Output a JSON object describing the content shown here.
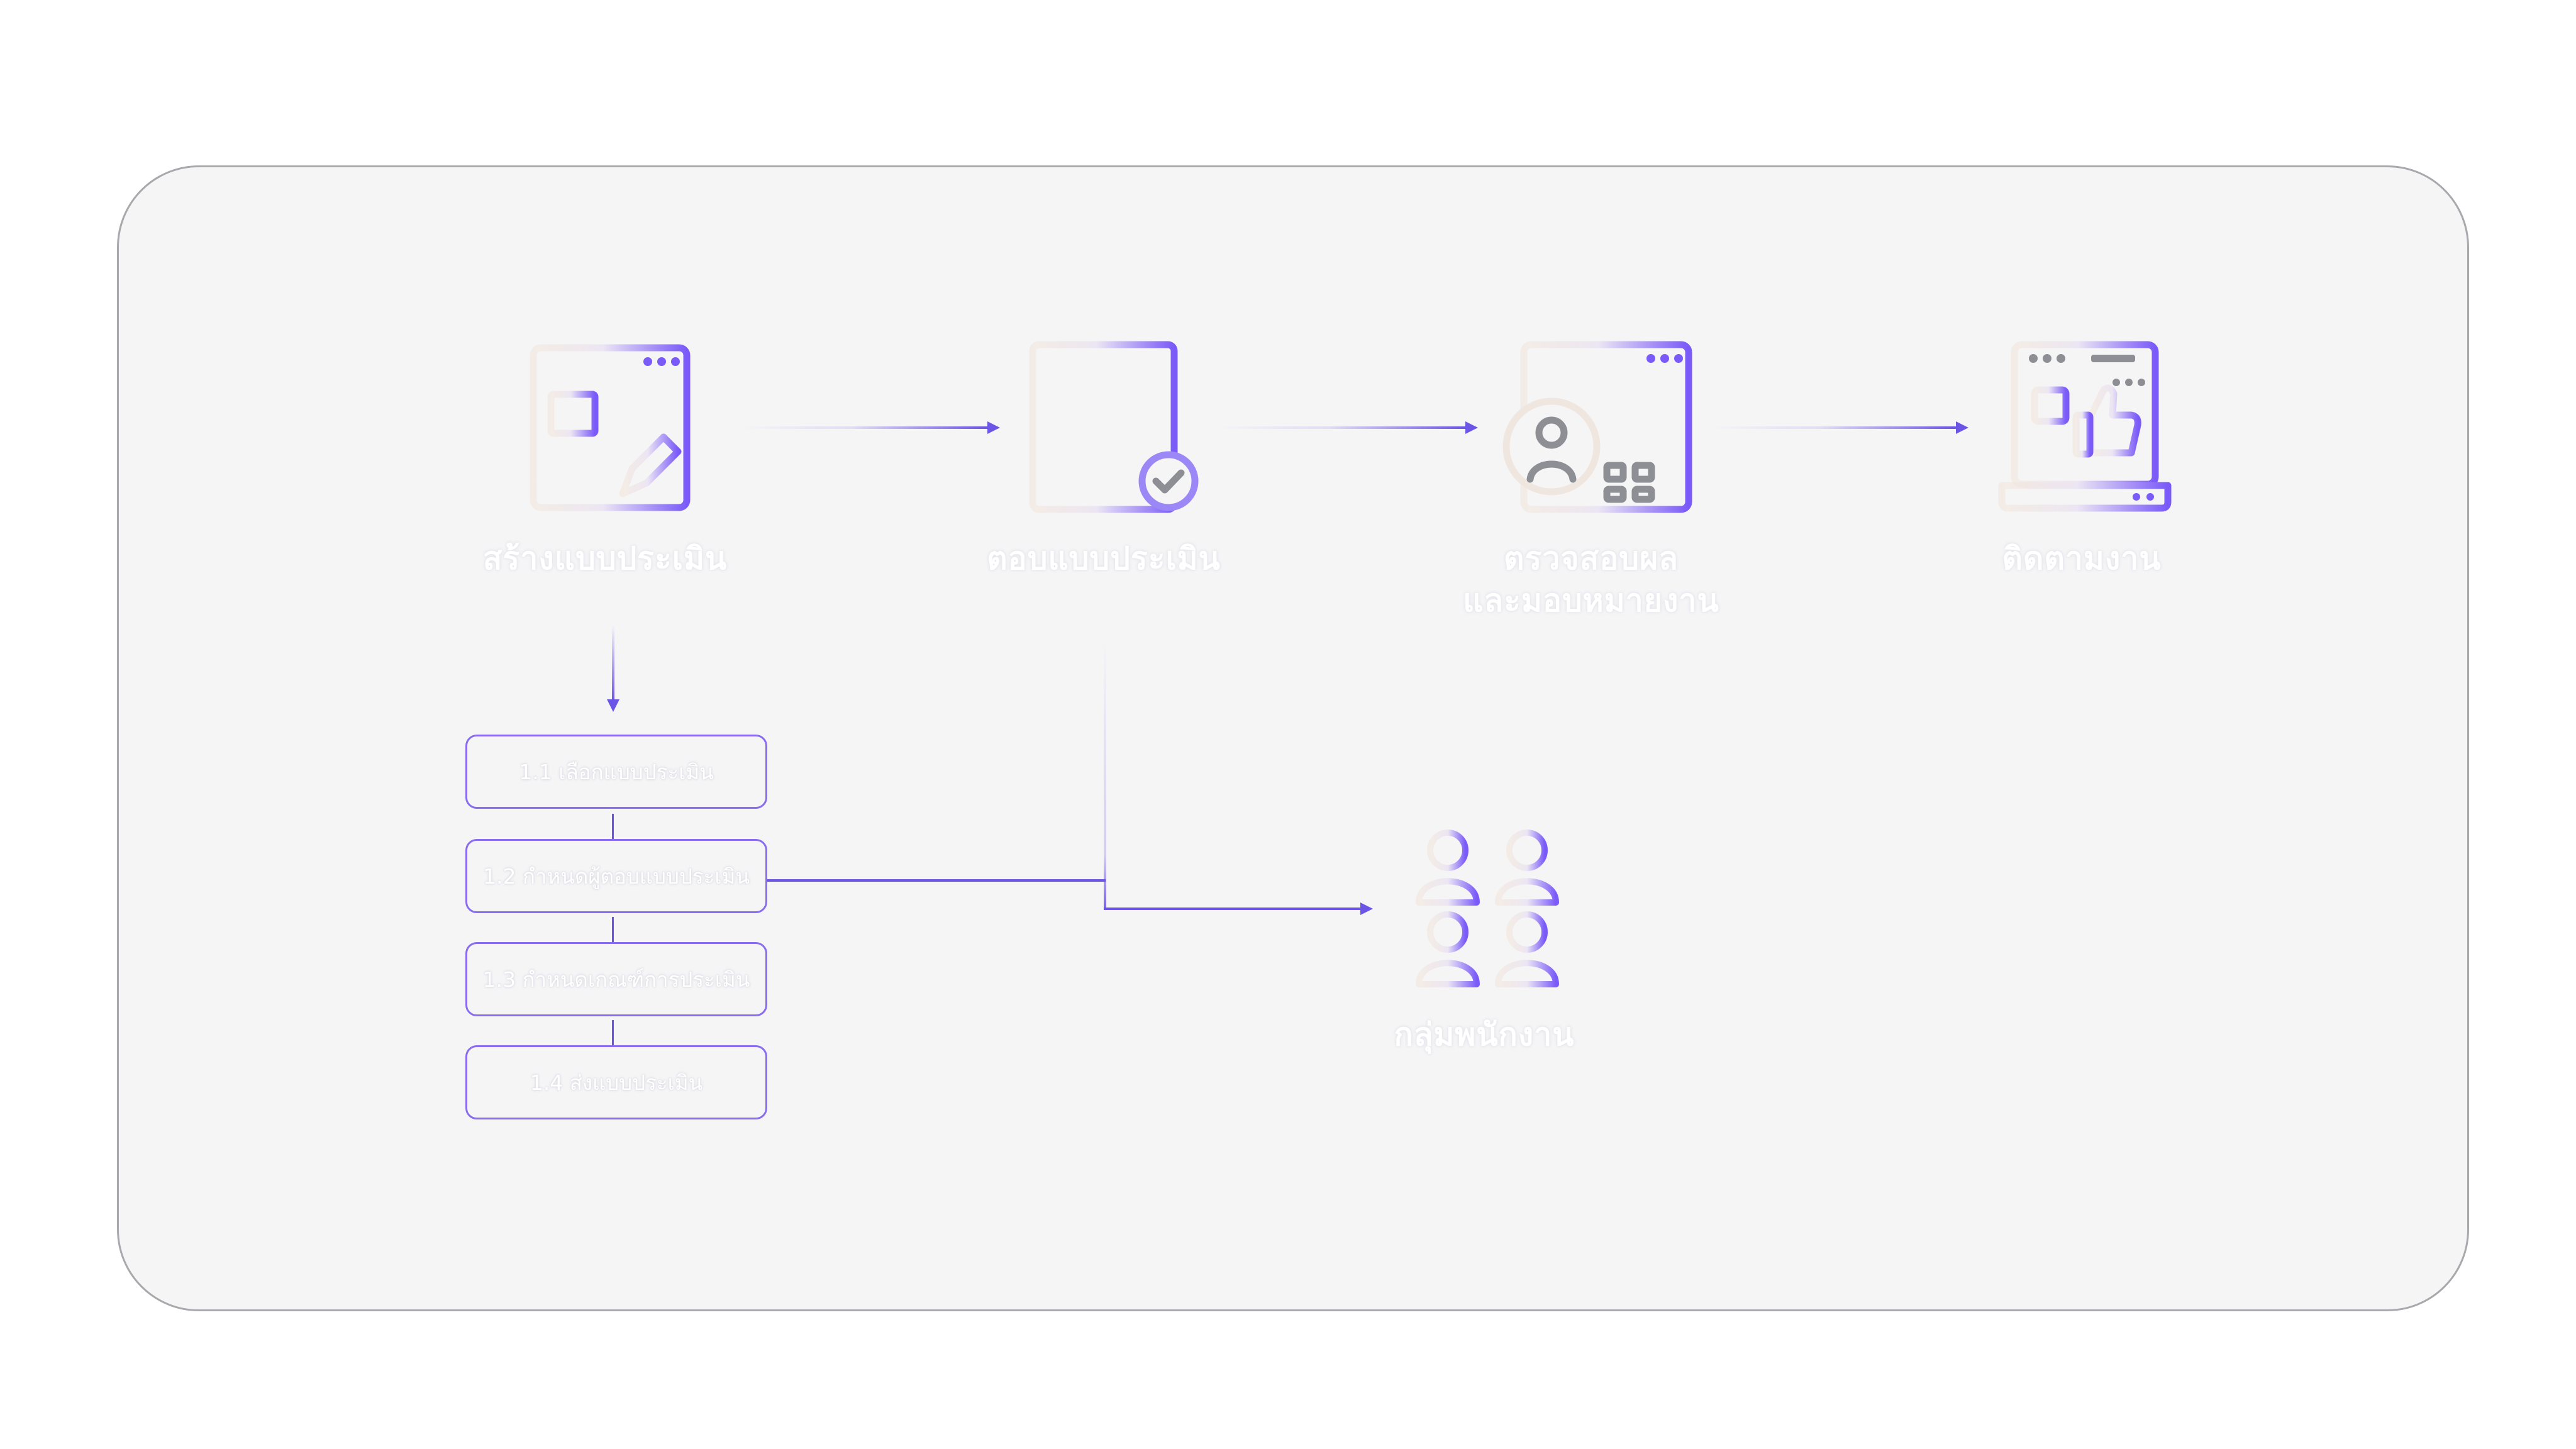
{
  "colors": {
    "accent": "#7a5af8",
    "arrow": "#6b55e6",
    "panel_bg": "#f5f5f6",
    "panel_border": "#a9a9ad",
    "label_text": "#ffffff"
  },
  "steps": [
    {
      "icon": "form-edit-icon",
      "label": "สร้างแบบประเมิน"
    },
    {
      "icon": "checklist-approved-icon",
      "label": "ตอบแบบประเมิน"
    },
    {
      "icon": "profile-analytics-icon",
      "label_line1": "ตรวจสอบผล",
      "label_line2": "และมอบหมายงาน"
    },
    {
      "icon": "laptop-like-icon",
      "label": "ติดตามงาน"
    }
  ],
  "substeps": [
    {
      "label": "1.1 เลือกแบบประเมิน"
    },
    {
      "label": "1.2 กำหนดผู้ตอบแบบประเมิน"
    },
    {
      "label": "1.3 กำหนดเกณฑ์การประเมิน"
    },
    {
      "label": "1.4 ส่งแบบประเมิน"
    }
  ],
  "group": {
    "icon": "employee-group-icon",
    "label": "กลุ่มพนักงาน"
  }
}
